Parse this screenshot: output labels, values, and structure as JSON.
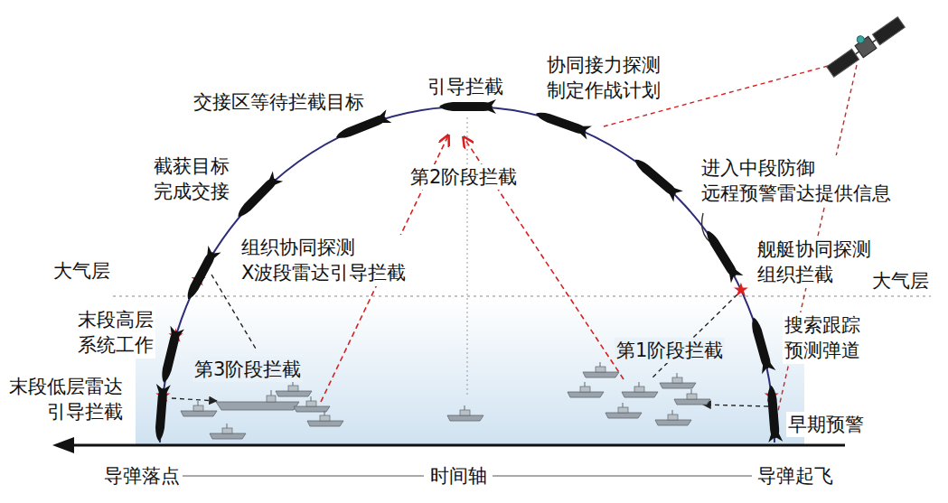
{
  "diagram": {
    "labels": [
      "协同接力探测 制定作战计划",
      "引导拦截",
      "交接区等待拦截目标",
      "截获目标 完成交接",
      "第2阶段拦截",
      "进入中段防御 远程预警雷达提供信息",
      "舰艇协同探测 组织拦截",
      "大气层",
      "组织协同探测 X波段雷达引导拦截",
      "大气层",
      "末段高层 系统工作",
      "搜索跟踪 预测弹道",
      "第3阶段拦截",
      "第1阶段拦截",
      "末段低层雷达 引导拦截",
      "早期预警",
      "导弹落点",
      "时间轴",
      "导弹起飞"
    ]
  }
}
